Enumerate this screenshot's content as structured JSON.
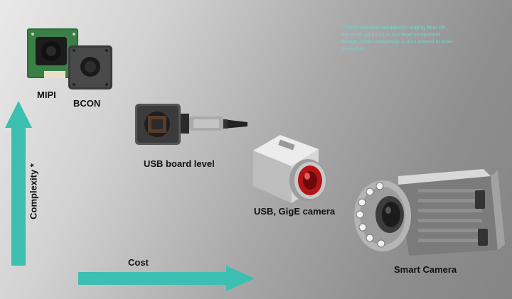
{
  "note": "* Vision solution complexity ranging from off-the-shelf solutions to low level component design. Often complexity is also related to time-to-market.",
  "axes": {
    "y_label": "Complexity *",
    "x_label": "Cost"
  },
  "products": [
    {
      "label": "MIPI",
      "icon": "raspberry-pi-camera-board"
    },
    {
      "label": "BCON",
      "icon": "bcon-board-camera"
    },
    {
      "label": "USB board level",
      "icon": "usb-board-level-camera"
    },
    {
      "label": "USB, GigE camera",
      "icon": "boxed-industrial-camera"
    },
    {
      "label": "Smart Camera",
      "icon": "smart-camera-with-ring-light"
    }
  ],
  "colors": {
    "arrow": "#3cbfb0",
    "note_text": "#6fd6d0"
  }
}
